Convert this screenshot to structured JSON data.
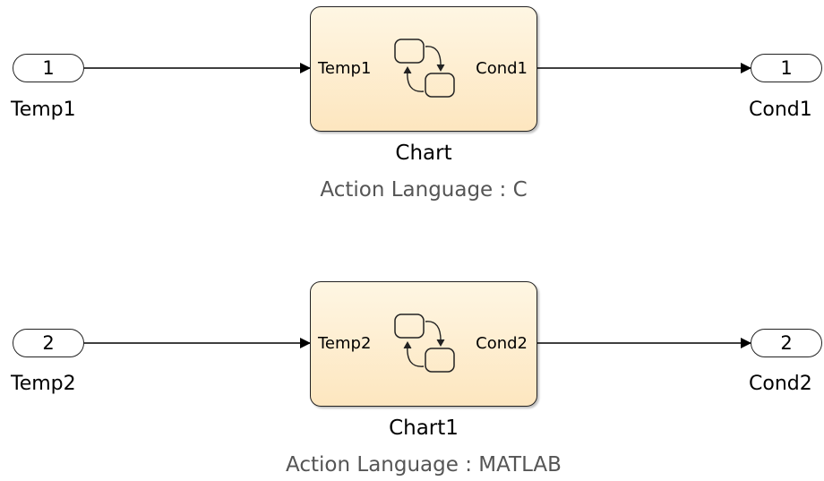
{
  "inports": [
    {
      "number": "1",
      "label": "Temp1"
    },
    {
      "number": "2",
      "label": "Temp2"
    }
  ],
  "outports": [
    {
      "number": "1",
      "label": "Cond1"
    },
    {
      "number": "2",
      "label": "Cond2"
    }
  ],
  "charts": [
    {
      "name": "Chart",
      "input": "Temp1",
      "output": "Cond1",
      "action_language": "Action Language : C"
    },
    {
      "name": "Chart1",
      "input": "Temp2",
      "output": "Cond2",
      "action_language": "Action Language : MATLAB"
    }
  ],
  "colors": {
    "block_fill_top": "#fef6e3",
    "block_fill_bottom": "#fde6bf",
    "line": "#000000"
  }
}
